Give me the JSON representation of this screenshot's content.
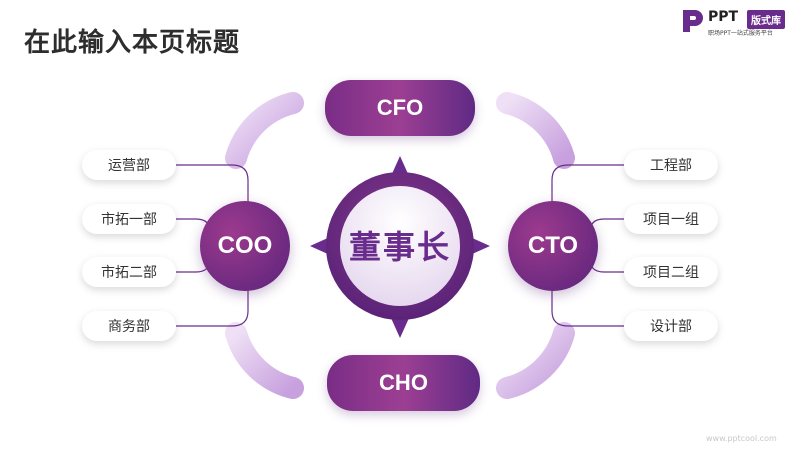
{
  "title": "在此输入本页标题",
  "logo": {
    "brand": "PPT",
    "badge": "版式库",
    "tagline": "职场PPT一站式服务平台"
  },
  "diagram": {
    "center": "董事长",
    "top": "CFO",
    "bottom": "CHO",
    "left_node": "COO",
    "right_node": "CTO",
    "left_items": [
      "运营部",
      "市拓一部",
      "市拓二部",
      "商务部"
    ],
    "right_items": [
      "工程部",
      "项目一组",
      "项目二组",
      "设计部"
    ]
  },
  "colors": {
    "primary": "#6a2c8c",
    "accent": "#9c3f93",
    "light": "#d9b8ea"
  },
  "footer": "www.pptcool.com"
}
